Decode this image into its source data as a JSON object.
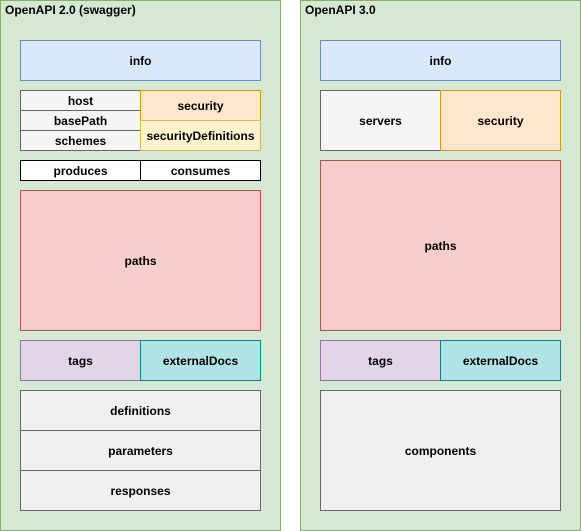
{
  "left": {
    "title": "OpenAPI 2.0 (swagger)",
    "info": "info",
    "host": "host",
    "basePath": "basePath",
    "schemes": "schemes",
    "security": "security",
    "securityDefinitions": "securityDefinitions",
    "produces": "produces",
    "consumes": "consumes",
    "paths": "paths",
    "tags": "tags",
    "externalDocs": "externalDocs",
    "definitions": "definitions",
    "parameters": "parameters",
    "responses": "responses"
  },
  "right": {
    "title": "OpenAPI 3.0",
    "info": "info",
    "servers": "servers",
    "security": "security",
    "paths": "paths",
    "tags": "tags",
    "externalDocs": "externalDocs",
    "components": "components"
  }
}
